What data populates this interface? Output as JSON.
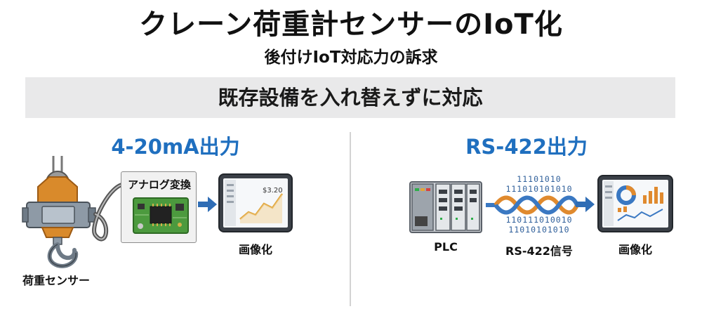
{
  "header": {
    "title": "クレーン荷重計センサーのIoT化",
    "subtitle": "後付けIoT対応力の訴求",
    "banner": "既存設備を入れ替えずに対応"
  },
  "left": {
    "title": "4-20mA出力",
    "sensor_label": "荷重センサー",
    "converter_label": "アナログ変換",
    "output_label": "画像化",
    "screen_value": "$3.20"
  },
  "right": {
    "title": "RS-422出力",
    "plc_label": "PLC",
    "signal_label": "RS-422信号",
    "output_label": "画像化",
    "bits_top": [
      "11101010",
      "111010101010"
    ],
    "bits_bottom": [
      "110111010010",
      "11010101010"
    ]
  },
  "colors": {
    "accent_blue": "#1f6fbf",
    "arrow_blue": "#2f6db5",
    "hook_orange": "#d98a2b",
    "pcb_green": "#4c9a3e",
    "cable_orange": "#e08a2e",
    "cable_blue": "#3a78c2"
  }
}
